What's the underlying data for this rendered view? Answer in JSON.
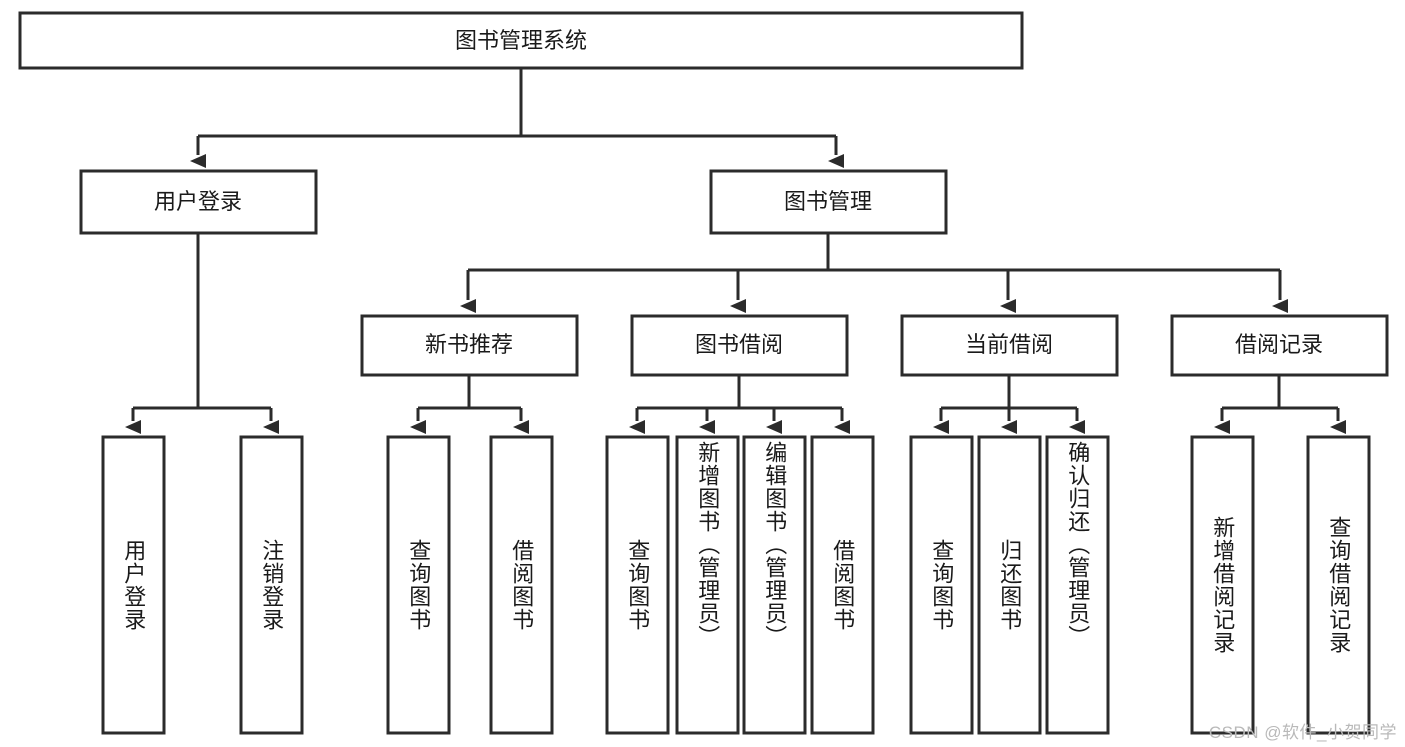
{
  "diagram": {
    "title": "图书管理系统",
    "type": "tree-hierarchy-functional-decomposition",
    "root": {
      "label": "图书管理系统"
    },
    "level2": [
      {
        "label": "用户登录"
      },
      {
        "label": "图书管理"
      }
    ],
    "level3": [
      {
        "label": "新书推荐"
      },
      {
        "label": "图书借阅"
      },
      {
        "label": "当前借阅"
      },
      {
        "label": "借阅记录"
      }
    ],
    "leaves": {
      "user_login": [
        {
          "label": "用户登录"
        },
        {
          "label": "注销登录"
        }
      ],
      "new_book_recommend": [
        {
          "label": "查询图书"
        },
        {
          "label": "借阅图书"
        }
      ],
      "book_borrow": [
        {
          "label": "查询图书"
        },
        {
          "label": "新增图书（管理员）"
        },
        {
          "label": "编辑图书（管理员）"
        },
        {
          "label": "借阅图书"
        }
      ],
      "current_borrow": [
        {
          "label": "查询图书"
        },
        {
          "label": "归还图书"
        },
        {
          "label": "确认归还（管理员）"
        }
      ],
      "borrow_record": [
        {
          "label": "新增借阅记录"
        },
        {
          "label": "查询借阅记录"
        }
      ]
    }
  },
  "watermark": {
    "text": "CSDN @软件_小贺同学"
  },
  "colors": {
    "stroke": "#2b2b2b",
    "fill": "#ffffff",
    "text": "#1a1a1a",
    "watermark": "#b9b9b9"
  }
}
